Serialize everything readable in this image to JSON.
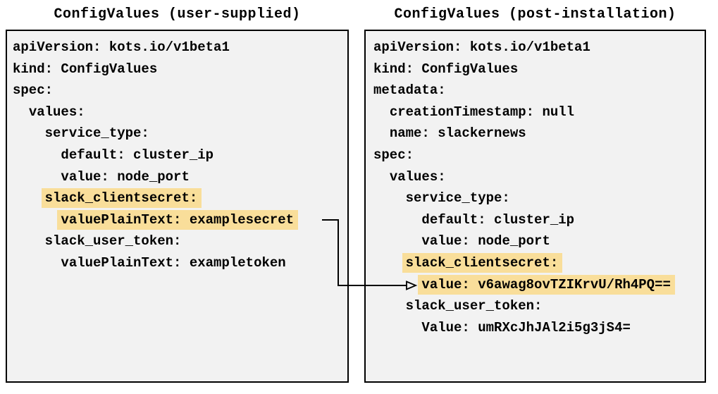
{
  "left_panel": {
    "title": "ConfigValues (user-supplied)",
    "lines": [
      {
        "indent": 0,
        "text": "apiVersion: kots.io/v1beta1",
        "highlight": false
      },
      {
        "indent": 0,
        "text": "kind: ConfigValues",
        "highlight": false
      },
      {
        "indent": 0,
        "text": "spec:",
        "highlight": false
      },
      {
        "indent": 1,
        "text": "values:",
        "highlight": false
      },
      {
        "indent": 2,
        "text": "service_type:",
        "highlight": false
      },
      {
        "indent": 3,
        "text": "default: cluster_ip",
        "highlight": false
      },
      {
        "indent": 3,
        "text": "value: node_port",
        "highlight": false
      },
      {
        "indent": 2,
        "text": "slack_clientsecret:",
        "highlight": true
      },
      {
        "indent": 3,
        "text": "valuePlainText: examplesecret",
        "highlight": true
      },
      {
        "indent": 2,
        "text": "slack_user_token:",
        "highlight": false
      },
      {
        "indent": 3,
        "text": "valuePlainText: exampletoken",
        "highlight": false
      }
    ]
  },
  "right_panel": {
    "title": "ConfigValues (post-installation)",
    "lines": [
      {
        "indent": 0,
        "text": "apiVersion: kots.io/v1beta1",
        "highlight": false
      },
      {
        "indent": 0,
        "text": "kind: ConfigValues",
        "highlight": false
      },
      {
        "indent": 0,
        "text": "metadata:",
        "highlight": false
      },
      {
        "indent": 1,
        "text": "creationTimestamp: null",
        "highlight": false
      },
      {
        "indent": 1,
        "text": "name: slackernews",
        "highlight": false
      },
      {
        "indent": 0,
        "text": "spec:",
        "highlight": false
      },
      {
        "indent": 1,
        "text": "values:",
        "highlight": false
      },
      {
        "indent": 2,
        "text": "service_type:",
        "highlight": false
      },
      {
        "indent": 3,
        "text": "default: cluster_ip",
        "highlight": false
      },
      {
        "indent": 3,
        "text": "value: node_port",
        "highlight": false
      },
      {
        "indent": 2,
        "text": "slack_clientsecret:",
        "highlight": true
      },
      {
        "indent": 3,
        "text": "value: v6awag8ovTZIKrvU/Rh4PQ==",
        "highlight": true
      },
      {
        "indent": 2,
        "text": "slack_user_token:",
        "highlight": false
      },
      {
        "indent": 3,
        "text": "Value: umRXcJhJAl2i5g3jS4=",
        "highlight": false
      }
    ]
  },
  "connector": {
    "type": "arrow",
    "from_text": "valuePlainText: examplesecret",
    "to_text": "value: v6awag8ovTZIKrvU/Rh4PQ=="
  },
  "colors": {
    "highlight": "#f9de9a",
    "panel_background": "#f2f2f2",
    "panel_border": "#000000",
    "text": "#000000",
    "page_background": "#ffffff"
  }
}
